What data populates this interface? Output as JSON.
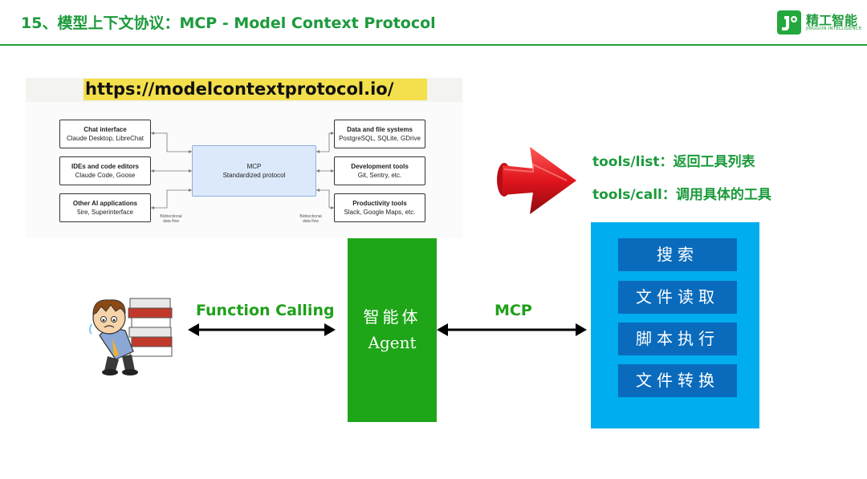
{
  "header": {
    "title": "15、模型上下文协议：MCP - Model Context Protocol",
    "logo_cn": "精工智能",
    "logo_en": "JINGGON INTELLIGENCE",
    "accent_color": "#1f9c3d"
  },
  "diagram": {
    "url": "https://modelcontextprotocol.io/",
    "left_boxes": [
      {
        "title": "Chat interface",
        "sub": "Claude Desktop, LibreChat"
      },
      {
        "title": "IDEs and code editors",
        "sub": "Claude Code, Goose"
      },
      {
        "title": "Other AI applications",
        "sub": "5ire, Superinterface"
      }
    ],
    "center": {
      "title": "MCP",
      "sub": "Standardized protocol"
    },
    "right_boxes": [
      {
        "title": "Data and file systems",
        "sub": "PostgreSQL, SQLite, GDrive"
      },
      {
        "title": "Development tools",
        "sub": "Git, Sentry, etc."
      },
      {
        "title": "Productivity tools",
        "sub": "Slack, Google Maps, etc."
      }
    ],
    "flow_left": "Bidirectional data flow",
    "flow_right": "Bidirectional data flow"
  },
  "tools_api": {
    "list": "tools/list：返回工具列表",
    "call": "tools/call：调用具体的工具"
  },
  "flow": {
    "function_calling": "Function Calling",
    "mcp": "MCP",
    "agent_cn": "智能体",
    "agent_en": "Agent"
  },
  "tools": [
    "搜索",
    "文件读取",
    "脚本执行",
    "文件转换"
  ],
  "colors": {
    "agent": "#1ea618",
    "panel": "#00adef",
    "tool_button": "#0a6bbd",
    "arrow": "#e0141c"
  }
}
